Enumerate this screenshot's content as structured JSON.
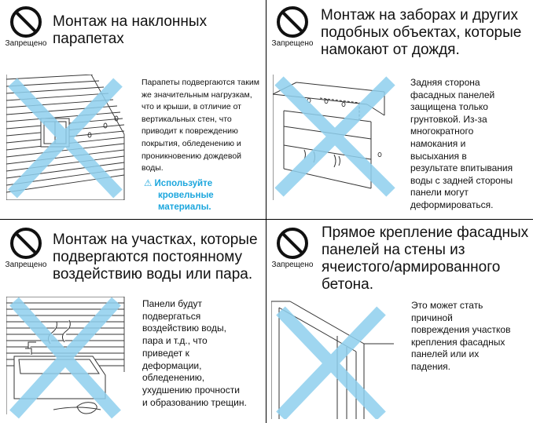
{
  "sections": [
    {
      "prohibited_label": "Запрещено",
      "title": [
        "Монтаж на наклонных",
        "парапетах"
      ],
      "body": [
        "Парапеты подвергаются таким",
        "же значительным нагрузкам,",
        "что и крыши, в отличие от",
        "вертикальных стен, что",
        "приводит к повреждению",
        "покрытия, обледенению и",
        "проникновению дождевой",
        "воды."
      ],
      "warning": [
        "Используйте",
        "кровельные",
        "материалы."
      ]
    },
    {
      "prohibited_label": "Запрещено",
      "title": [
        "Монтаж на заборах и других",
        "подобных объектах, которые",
        "намокают от дождя."
      ],
      "body": [
        "Задняя сторона",
        "фасадных панелей",
        "защищена только",
        "грунтовкой. Из-за",
        "многократного",
        "намокания и",
        "высыхания в",
        "результате впитывания",
        "воды с задней стороны",
        "панели могут",
        "деформироваться."
      ]
    },
    {
      "prohibited_label": "Запрещено",
      "title": [
        "Монтаж на участках, которые",
        "подвергаются постоянному",
        "воздействию воды или пара."
      ],
      "body": [
        "Панели будут",
        "подвергаться",
        "воздействию воды,",
        "пара и т.д., что",
        "приведет к",
        "деформации,",
        "обледенению,",
        "ухудшению прочности",
        "и образованию трещин."
      ]
    },
    {
      "prohibited_label": "Запрещено",
      "title": [
        "Прямое крепление фасадных",
        "панелей на стены из",
        "ячеистого/армированного",
        "бетона."
      ],
      "body": [
        "Это может стать",
        "причиной",
        "повреждения участков",
        "крепления фасадных",
        "панелей или их",
        "падения."
      ]
    }
  ],
  "colors": {
    "cross": "#8fd0ee",
    "warning": "#1ba6dd",
    "line": "#333333"
  },
  "icons": [
    "prohibition-icon",
    "warning-triangle-icon"
  ]
}
